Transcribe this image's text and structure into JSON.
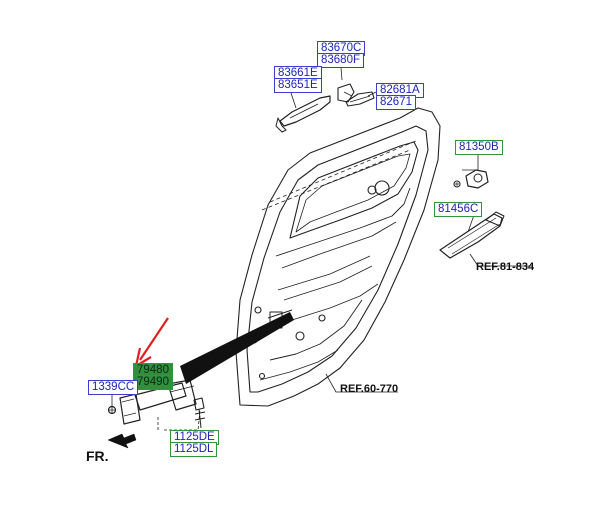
{
  "labels": {
    "p83670c": "83670C",
    "p83680f": "83680F",
    "p83661e": "83661E",
    "p83651e": "83651E",
    "p82681a": "82681A",
    "p82671": "82671",
    "p81350b": "81350B",
    "p81456c": "81456C",
    "p79480": "79480",
    "p79490": "79490",
    "p1339cc": "1339CC",
    "p1125de": "1125DE",
    "p1125dl": "1125DL"
  },
  "refs": {
    "ref81": "REF.81-834",
    "ref60": "REF.60-770"
  },
  "direction_label": "FR.",
  "colors": {
    "label_border_blue": "#3a3fd0",
    "label_border_green": "#2c9a3a",
    "highlight_fill": "#2f8f3f",
    "arrow_red": "#e02020",
    "line": "#222222"
  }
}
